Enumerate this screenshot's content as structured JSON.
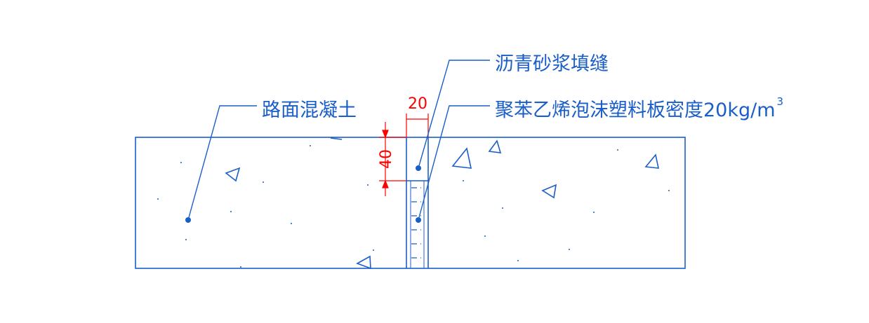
{
  "labels": {
    "asphalt_mortar": "沥青砂浆填缝",
    "foam_board_prefix": "聚苯乙烯泡沫塑料板密度20kg/m",
    "foam_board_superscript": "3",
    "concrete": "路面混凝土"
  },
  "dimensions": {
    "joint_width": "20",
    "mortar_depth": "40"
  },
  "colors": {
    "line": "#1a5ec8",
    "dimension": "#ff0000",
    "background": "#ffffff"
  }
}
